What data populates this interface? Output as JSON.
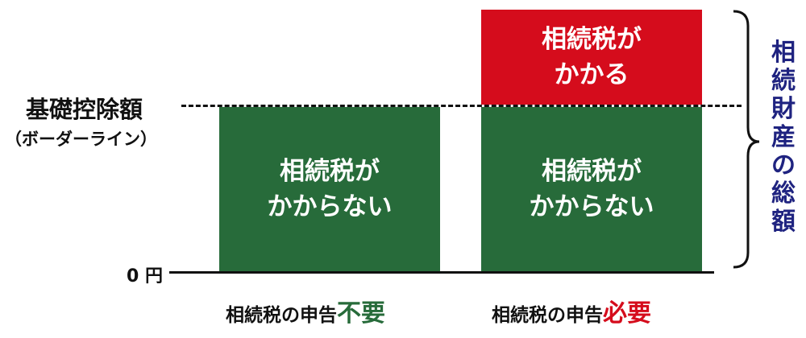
{
  "border_label": "基礎控除額",
  "border_sublabel": "（ボーダーライン）",
  "zero_label": "0 円",
  "left_column": {
    "bar_label": "相続税が\nかからない",
    "caption_prefix": "相続税の申告",
    "caption_emphasis": "不要"
  },
  "right_column": {
    "upper_label": "相続税が\nかかる",
    "lower_label": "相続税が\nかからない",
    "caption_prefix": "相続税の申告",
    "caption_emphasis": "必要"
  },
  "total_label": "相\n続\n財\n産\nの\n総\n額",
  "colors": {
    "green": "#276b3a",
    "red": "#d50c1c",
    "navy": "#1f2380"
  }
}
